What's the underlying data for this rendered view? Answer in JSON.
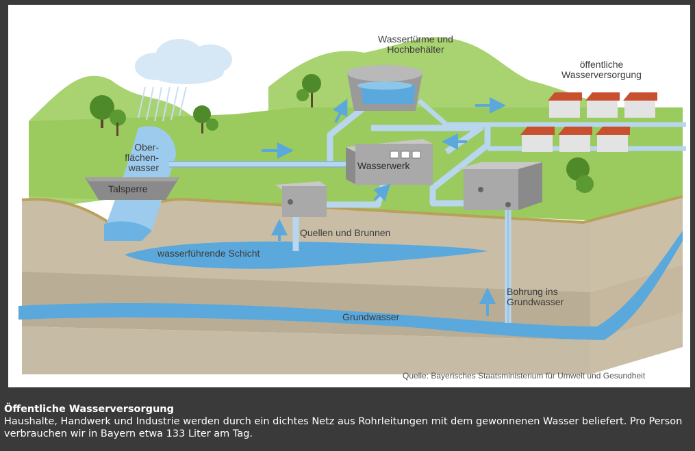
{
  "diagram": {
    "labels": {
      "water_towers": "Wassertürme und\nHochbehälter",
      "public_supply": "öffentliche\nWasserversorgung",
      "surface_water": "Ober-\nflächen-\nwasser",
      "waterworks": "Wasserwerk",
      "dam": "Talsperre",
      "springs_wells": "Quellen und Brunnen",
      "aquifer": "wasserführende Schicht",
      "borehole": "Bohrung ins\nGrundwasser",
      "groundwater": "Grundwasser"
    },
    "source": "Quelle: Bayerisches Staatsministerium für Umwelt und Gesundheit"
  },
  "caption": {
    "title": "Öffentliche Wasserversorgung",
    "text": "Haushalte, Handwerk und Industrie werden durch ein dichtes Netz aus Rohrleitungen mit dem gewonnenen Wasser beliefert. Pro Person verbrauchen wir in Bayern etwa 133 Liter am Tag."
  },
  "colors": {
    "background": "#3a3a3a",
    "grass": "#9bcb5f",
    "hill": "#a5d06c",
    "soil": "#c4b8a2",
    "water": "#5aa8dc",
    "pipe": "#b8d6ee",
    "roof": "#c9502e",
    "building": "#d9d9d9"
  },
  "icons": {
    "nav_prev": "chevron-left-icon"
  }
}
